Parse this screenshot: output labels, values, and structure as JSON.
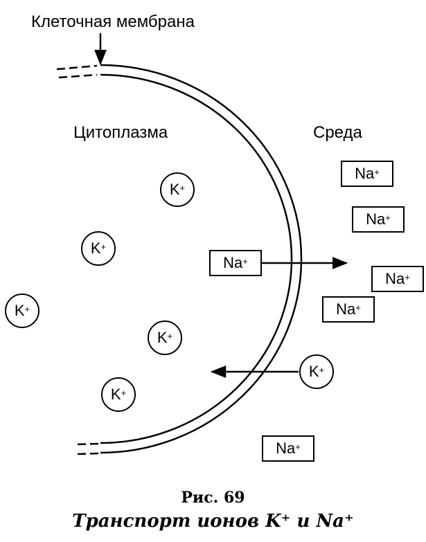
{
  "labels": {
    "membrane": "Клеточная мембрана",
    "cytoplasm": "Цитоплазма",
    "environment": "Среда"
  },
  "ions": {
    "k_symbol": "K",
    "na_symbol": "Na",
    "charge": "+"
  },
  "caption": {
    "figure": "Рис. 69",
    "title": "Транспорт ионов K⁺ и Na⁺"
  }
}
